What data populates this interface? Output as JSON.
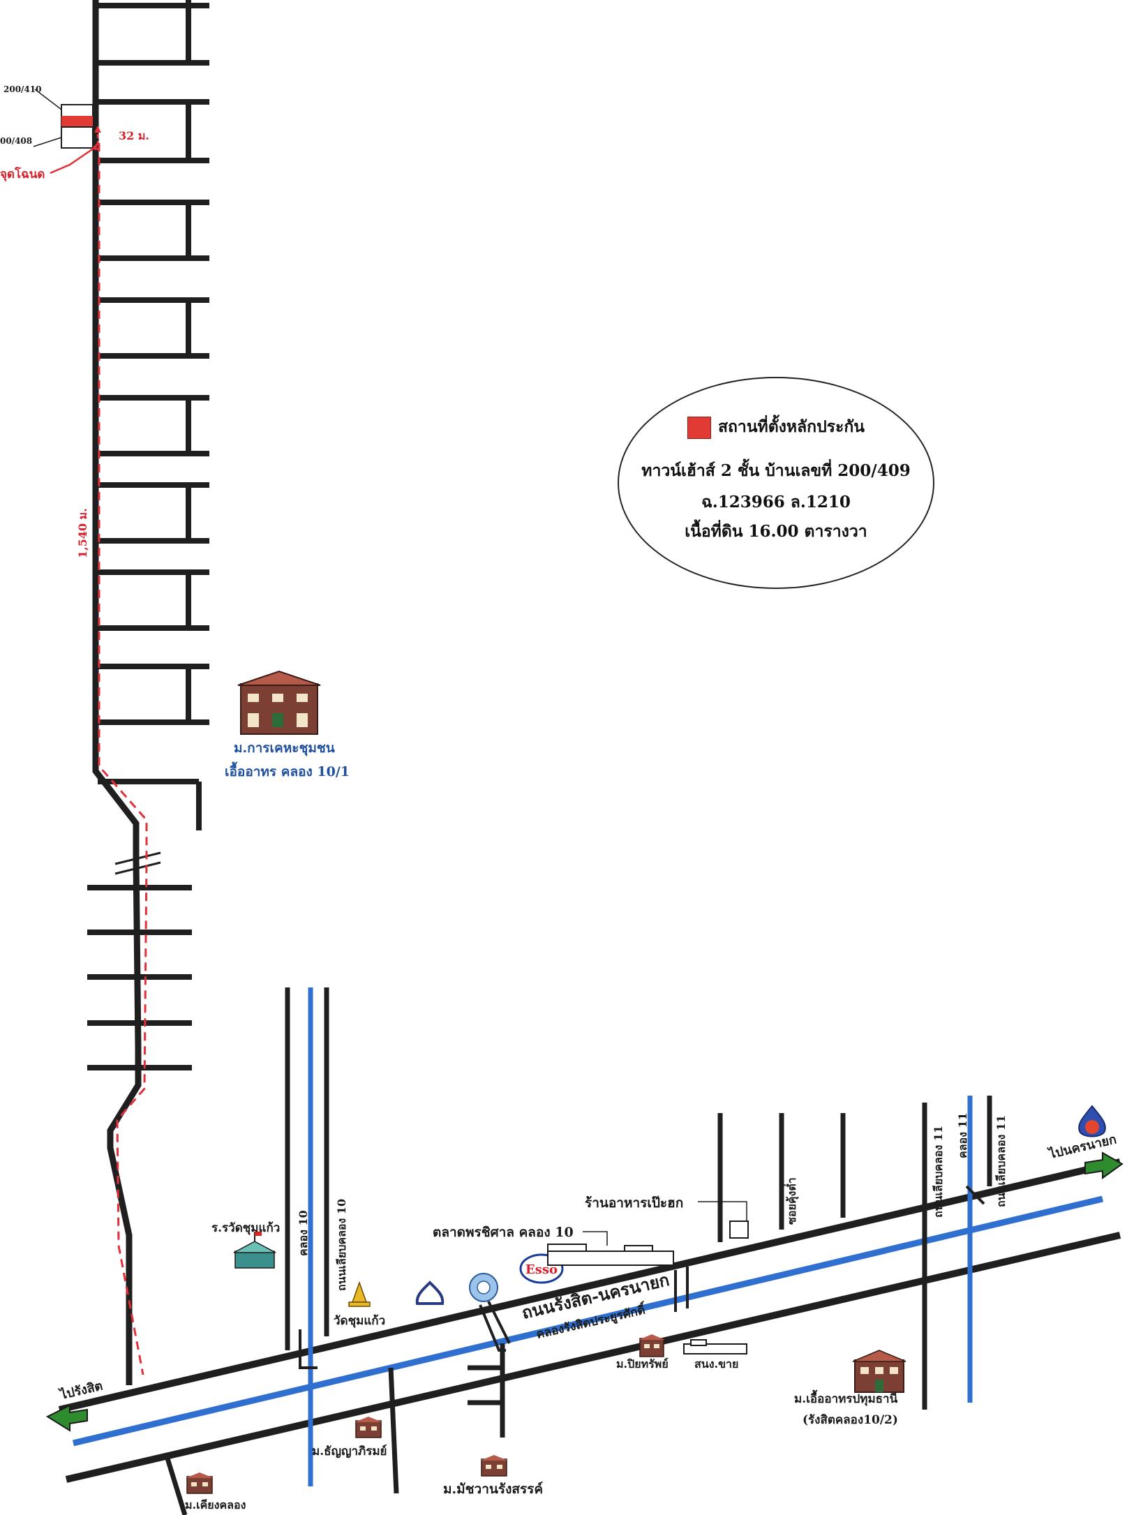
{
  "legend": {
    "swatch_color": "#e23b35",
    "title": "สถานที่ตั้งหลักประกัน",
    "line1": "ทาวน์เฮ้าส์ 2 ชั้น บ้านเลขที่ 200/409",
    "line2": "ฉ.123966 ล.1210",
    "line3": "เนื้อที่ดิน 16.00 ตารางวา"
  },
  "target": {
    "house_no_top": "200/410",
    "house_no_bottom": "00/408",
    "distance_short": "32 ม.",
    "pin_label": "จุดโฉนด",
    "distance_long": "1,540 ม."
  },
  "landmarks": {
    "village_top": "ม.การเคหะชุมชน",
    "village_top_sub": "เอื้ออาทร คลอง 10/1",
    "school": "ร.รวัดชุมแก้ว",
    "temple": "วัดชุมแก้ว",
    "market": "ตลาดพรชิศาล คลอง 10",
    "restaurant": "ร้านอาหารเป๊ะฮก",
    "village_piyasap": "ม.ปิยทรัพย์",
    "police": "สนง.ขาย",
    "village_ua": "ม.เอื้ออาทรปทุมธานี",
    "village_ua_sub": "(รังสิตคลอง10/2)",
    "village_tanya": "ม.ธัญญาภิรมย์",
    "village_matchawan": "ม.มัชวานรังสรรค์",
    "village_khiang": "ม.เคียงคลอง",
    "brand_esso": "Esso"
  },
  "roads": {
    "main_road": "ถนนรังสิต-นครนายก",
    "main_canal": "คลองรังสิตประยูรศักดิ์",
    "to_rangsit": "ไปรังสิต",
    "to_nakhon_nayok": "ไปนครนายก",
    "canal10": "คลอง 10",
    "road_canal10": "ถนนเลียบคลอง 10",
    "soi": "ซอยคุ้งต่ำ",
    "road_canal11_left": "ถนนเลียบคลอง 11",
    "canal11": "คลอง 11",
    "road_canal11_right": "ถนนเลียบคลอง 11"
  },
  "colors": {
    "road": "#1f1f1f",
    "canal": "#2f6fd0",
    "route": "#e0303a",
    "label_blue": "#1f4f9f",
    "label_red": "#d81e2a"
  }
}
